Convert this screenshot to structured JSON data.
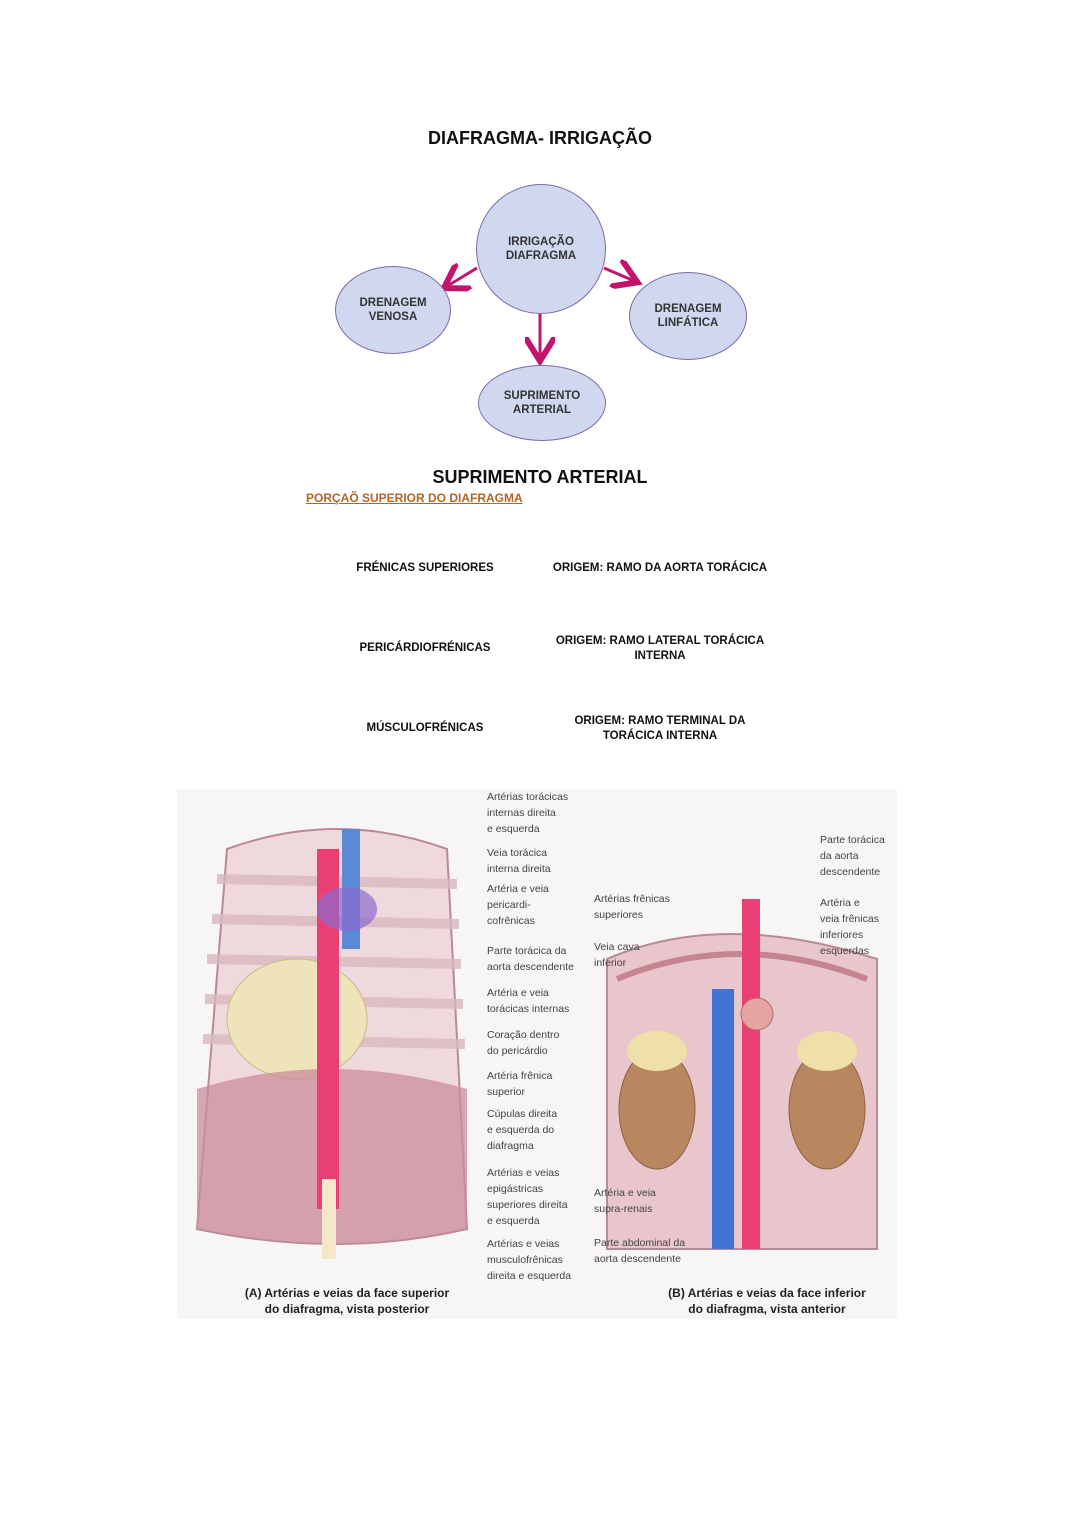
{
  "page": {
    "title": "DIAFRAGMA- IRRIGAÇÃO",
    "section_title": "SUPRIMENTO ARTERIAL",
    "subsection_title": "PORÇAÕ SUPERIOR DO DIAFRAGMA"
  },
  "diagram": {
    "center": "IRRIGAÇÃO\nDIAFRAGMA",
    "left": "DRENAGEM\nVENOSA",
    "right": "DRENAGEM\nLINFÁTICA",
    "bottom": "SUPRIMENTO\nARTERIAL",
    "colors": {
      "node_fill": "#cfd8ef",
      "node_border": "#7e6aa8",
      "arrow": "#c2136d"
    }
  },
  "rows": [
    {
      "name": "FRÉNICAS SUPERIORES",
      "origin": "ORIGEM: RAMO DA AORTA TORÁCICA"
    },
    {
      "name": "PERICÁRDIOFRÉNICAS",
      "origin": "ORIGEM: RAMO LATERAL TORÁCICA\nINTERNA"
    },
    {
      "name": "MÚSCULOFRÉNICAS",
      "origin": "ORIGEM: RAMO TERMINAL DA\nTORÁCICA INTERNA"
    }
  ],
  "figure": {
    "labels_a": [
      "Artérias torácicas\ninternas direita\ne esquerda",
      "Veia torácica\ninterna direita",
      "Artéria e veia\npericardi-\ncofrênicas",
      "Parte torácica da\naorta descendente",
      "Artéria e veia\ntorácicas internas",
      "Coração dentro\ndo pericárdio",
      "Artéria frênica\nsuperior",
      "Cúpulas direita\ne esquerda do\ndiafragma",
      "Artérias e veias\nepigástricas\nsuperiores direita\ne esquerda",
      "Artérias e veias\nmusculofrênicas\ndireita e esquerda"
    ],
    "labels_b": [
      "Artérias frênicas\nsuperiores",
      "Veia cava\ninferior",
      "Parte torácica\nda aorta\ndescendente",
      "Artéria e\nveia frênicas\ninferiores\nesquerdas",
      "Artéria e veia\nsupra-renais",
      "Parte abdominal da\naorta descendente"
    ],
    "caption_a": "(A) Artérias e veias da face superior\ndo diafragma, vista posterior",
    "caption_b": "(B) Artérias e veias da face inferior\ndo diafragma, vista anterior"
  }
}
